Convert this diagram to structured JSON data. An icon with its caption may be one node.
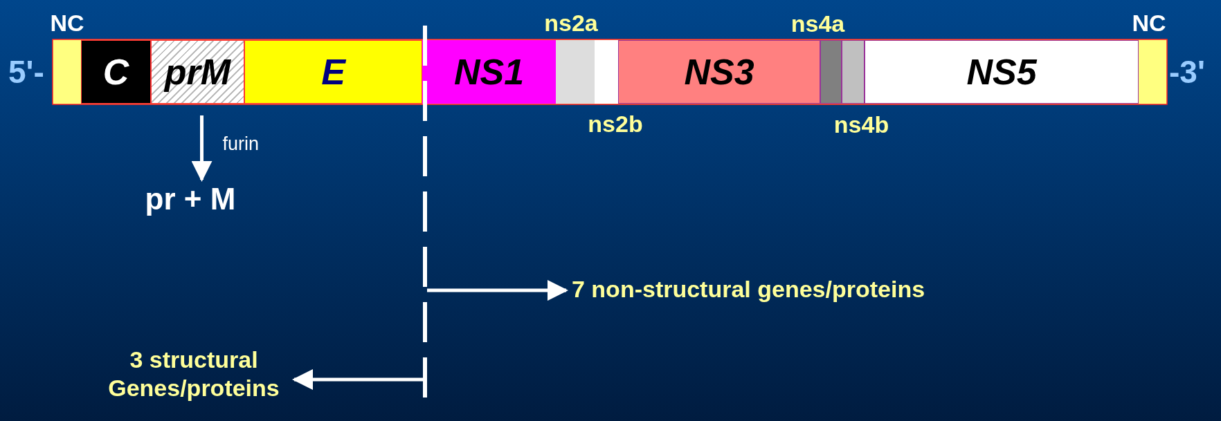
{
  "diagram": {
    "nodes": [
      {
        "text": [
          "NC"
        ]
      },
      {
        "text": [
          "C"
        ]
      },
      {
        "text": [
          "prM"
        ]
      },
      {
        "text": [
          "E"
        ]
      },
      {
        "text": [
          "NS1"
        ]
      },
      {
        "text": [
          "ns2a"
        ]
      },
      {
        "text": [
          "ns2b"
        ]
      },
      {
        "text": [
          "NS3"
        ]
      },
      {
        "text": [
          "ns4a"
        ]
      },
      {
        "text": [
          "ns4b"
        ]
      },
      {
        "text": [
          "NS5"
        ]
      },
      {
        "text": [
          "NC"
        ]
      },
      {
        "text": [
          "pr + M"
        ]
      },
      {
        "text": [
          "7 non-structural genes/proteins"
        ]
      },
      {
        "text": [
          "3 structural Genes/proteins"
        ]
      }
    ],
    "edges": [
      {
        "from": 2,
        "to": 12,
        "arrow": "to",
        "label": "furin"
      },
      {
        "from": null,
        "to": 13,
        "arrow": "to"
      },
      {
        "from": null,
        "to": 14,
        "arrow": "to"
      }
    ],
    "labels": [
      "5'-",
      "-3'"
    ]
  }
}
